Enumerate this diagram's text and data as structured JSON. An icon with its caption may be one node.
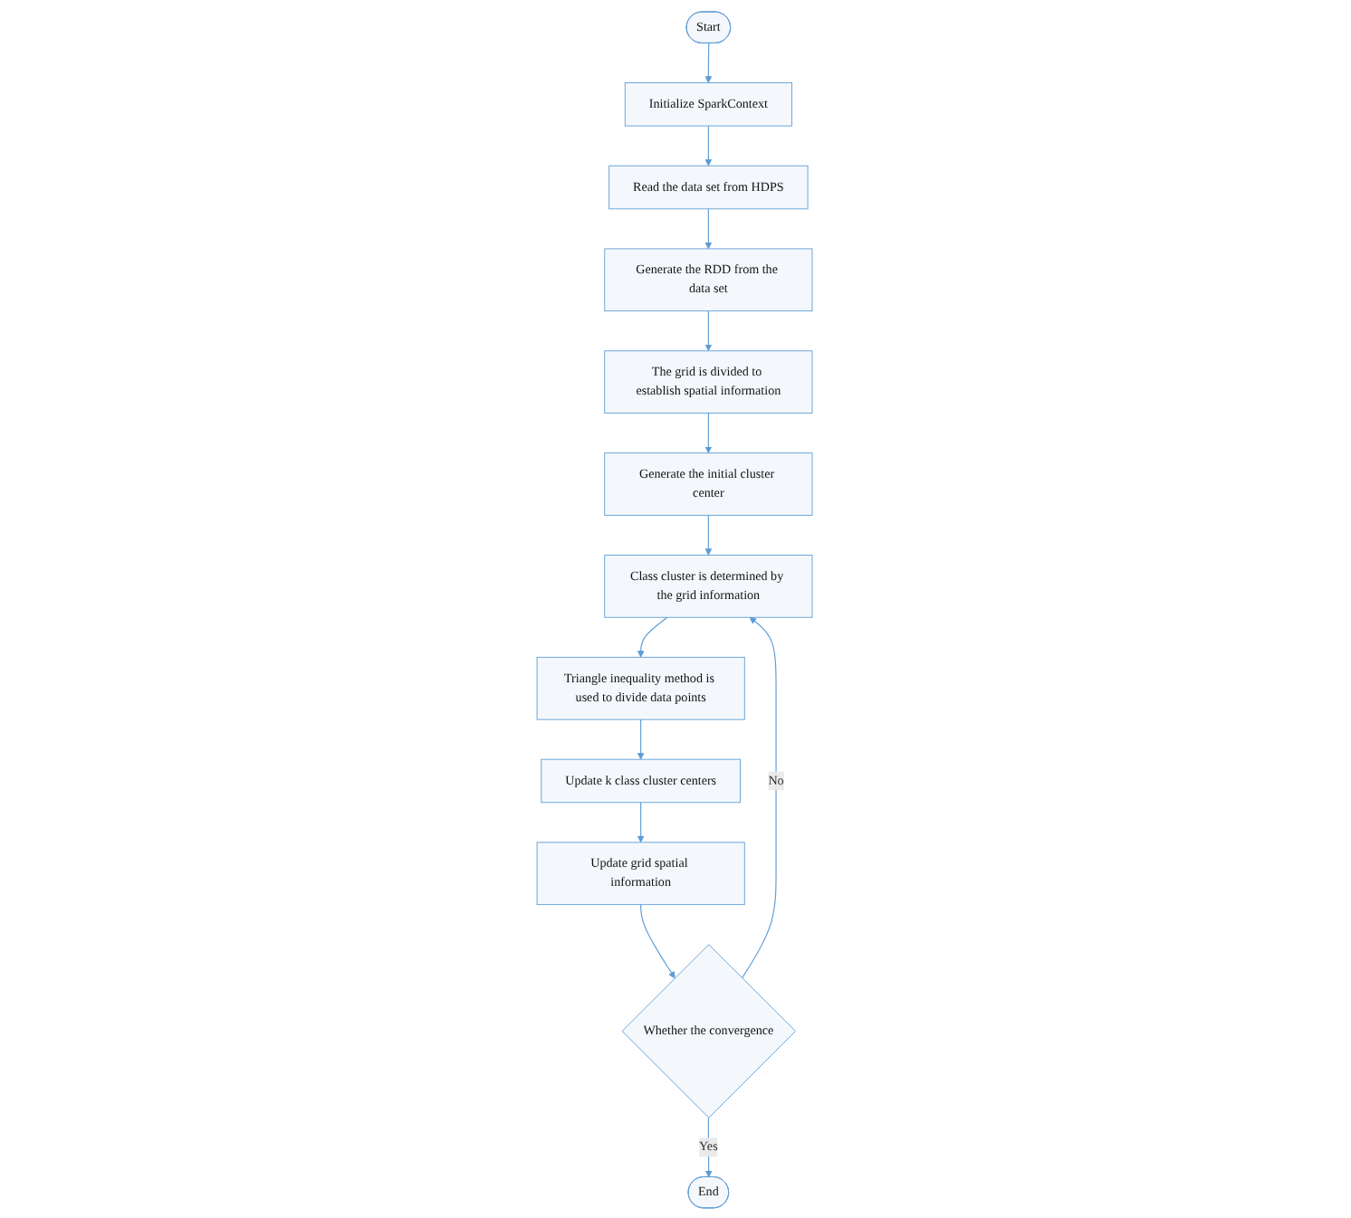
{
  "diagram": {
    "nodes": [
      {
        "text": [
          "Start"
        ]
      },
      {
        "text": [
          "Initialize SparkContext"
        ]
      },
      {
        "text": [
          "Read the data set from HDPS"
        ]
      },
      {
        "text": [
          "Generate the RDD from the data set"
        ]
      },
      {
        "text": [
          "The grid is divided to establish spatial information"
        ]
      },
      {
        "text": [
          "Generate the initial cluster center"
        ]
      },
      {
        "text": [
          "Class cluster is determined by the grid information"
        ]
      },
      {
        "text": [
          "Triangle inequality method is used to divide data points"
        ]
      },
      {
        "text": [
          "Update k class cluster centers"
        ]
      },
      {
        "text": [
          "Update grid spatial information"
        ]
      },
      {
        "text": [
          "Whether the convergence"
        ]
      },
      {
        "text": [
          "End"
        ]
      }
    ],
    "edges": [
      {
        "from": 0,
        "to": 1,
        "arrow": "to"
      },
      {
        "from": 1,
        "to": 2,
        "arrow": "to"
      },
      {
        "from": 2,
        "to": 3,
        "arrow": "to"
      },
      {
        "from": 3,
        "to": 4,
        "arrow": "to"
      },
      {
        "from": 4,
        "to": 5,
        "arrow": "to"
      },
      {
        "from": 5,
        "to": 6,
        "arrow": "to"
      },
      {
        "from": 6,
        "to": 7,
        "arrow": "to"
      },
      {
        "from": 7,
        "to": 8,
        "arrow": "to"
      },
      {
        "from": 8,
        "to": 9,
        "arrow": "to"
      },
      {
        "from": 9,
        "to": 10,
        "arrow": "to"
      },
      {
        "from": 10,
        "to": 6,
        "arrow": "to",
        "label": "No"
      },
      {
        "from": 10,
        "to": 11,
        "arrow": "to",
        "label": "Yes"
      }
    ]
  }
}
